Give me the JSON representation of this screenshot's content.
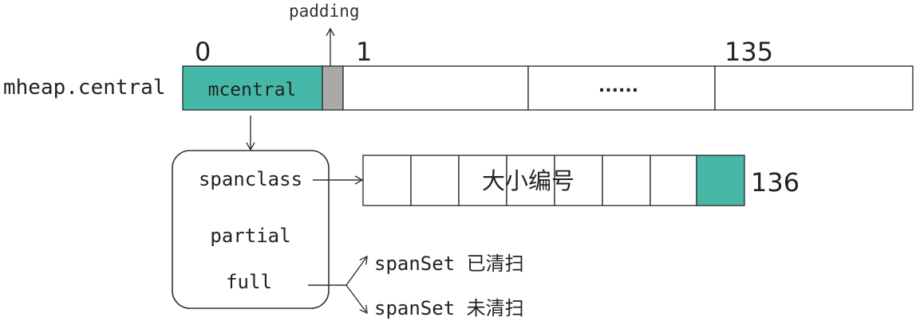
{
  "diagram": {
    "title": "mheap.central",
    "padding_label": "padding",
    "index_start": "0",
    "index_second": "1",
    "index_end": "135",
    "first_cell_label": "mcentral",
    "ellipsis_label": "......",
    "mcentral_fields": {
      "spanclass": "spanclass",
      "partial": "partial",
      "full": "full"
    },
    "size_table_label": "大小编号",
    "size_table_count": "136",
    "spanset_swept": "spanSet 已清扫",
    "spanset_unswept": "spanSet 未清扫",
    "colors": {
      "teal": "#46b8a8",
      "padding_gray": "#a9a9a9",
      "stroke": "#333333"
    }
  }
}
